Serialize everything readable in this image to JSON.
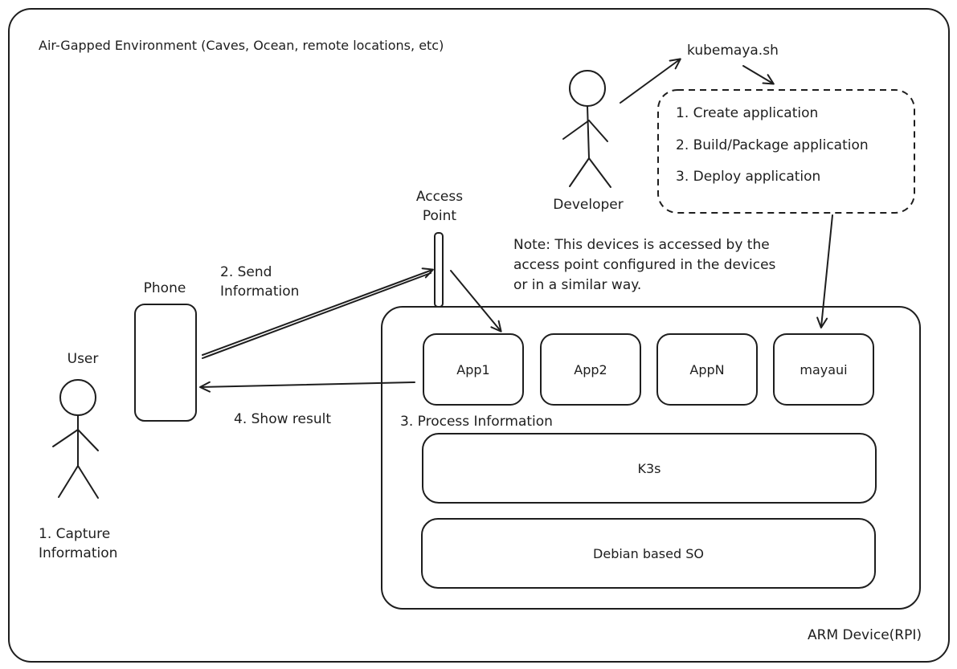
{
  "environment": {
    "title": "Air-Gapped Environment (Caves, Ocean, remote locations, etc)"
  },
  "actors": {
    "user": "User",
    "developer": "Developer"
  },
  "phone": {
    "label": "Phone"
  },
  "access_point": {
    "label_line1": "Access",
    "label_line2": "Point"
  },
  "kubemaya": {
    "label": "kubemaya.sh",
    "steps": [
      "1. Create application",
      "2. Build/Package application",
      "3. Deploy application"
    ]
  },
  "note": {
    "lines": [
      "Note: This devices is accessed by the",
      "access point configured in the devices",
      "or in a similar way."
    ]
  },
  "flow": {
    "capture_line1": "1. Capture",
    "capture_line2": "Information",
    "send_line1": "2. Send",
    "send_line2": "Information",
    "process": "3. Process Information",
    "show": "4. Show result"
  },
  "device": {
    "label": "ARM Device(RPI)",
    "apps": [
      "App1",
      "App2",
      "AppN",
      "mayaui"
    ],
    "k3s": "K3s",
    "os": "Debian based SO"
  }
}
